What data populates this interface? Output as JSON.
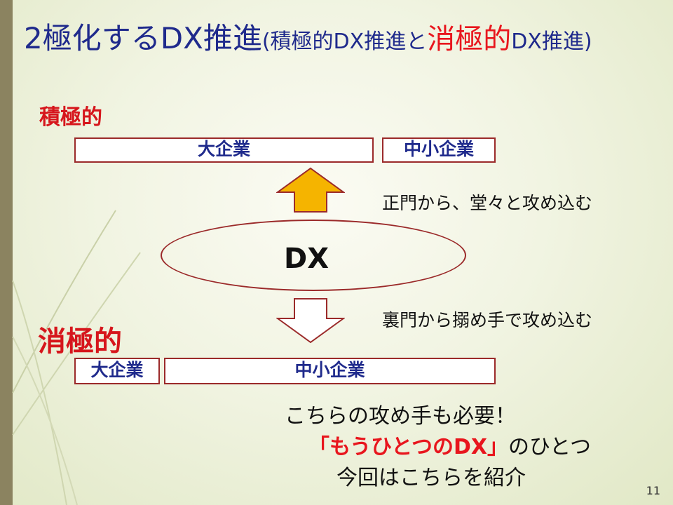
{
  "title": {
    "main": "2極化するDX推進",
    "paren_open": "(積極的DX推進と",
    "paren_red": "消極的",
    "paren_close": "DX推進)"
  },
  "positive": {
    "label": "積極的",
    "large_company": "大企業",
    "small_company": "中小企業",
    "note": "正門から、堂々と攻め込む"
  },
  "center": {
    "label": "DX"
  },
  "negative": {
    "label": "消極的",
    "large_company": "大企業",
    "small_company": "中小企業",
    "note": "裏門から搦め手で攻め込む"
  },
  "bottom": {
    "line1": "こちらの攻め手も必要！",
    "line2_highlight": "「もうひとつのDX」",
    "line2_rest": "のひとつ",
    "line3": "今回はこちらを紹介"
  },
  "page_number": "11",
  "colors": {
    "title_blue": "#1f2a8c",
    "accent_red": "#e8161d",
    "arrow_fill": "#f5b400",
    "border": "#9b2a2a",
    "left_bar": "#8b8360"
  }
}
